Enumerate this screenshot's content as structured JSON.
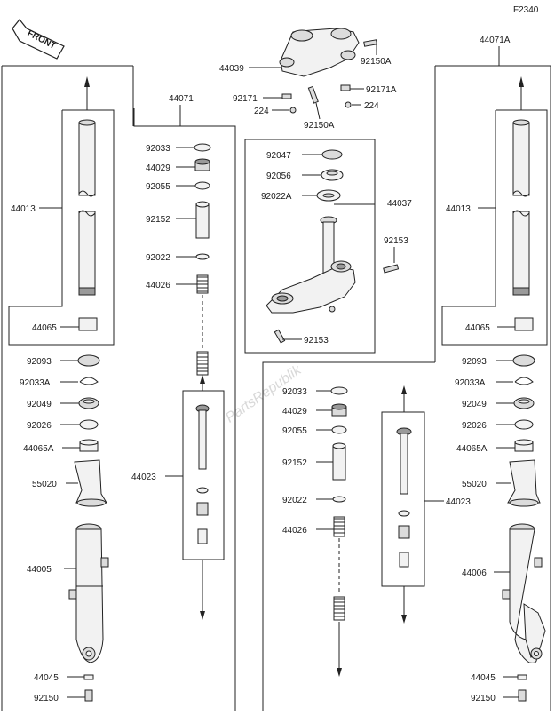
{
  "figure_code": "F2340",
  "front_label": "FRONT",
  "watermark": "PartsRepublik",
  "labels": {
    "l44071A": "44071A",
    "l44039": "44039",
    "l92150A_top": "92150A",
    "l92171": "92171",
    "l92171A": "92171A",
    "l224_left": "224",
    "l224_right": "224",
    "l92150A_mid": "92150A",
    "l44071": "44071",
    "l44013_left": "44013",
    "l44065_left": "44065",
    "l92093_left": "92093",
    "l92033A_left": "92033A",
    "l92049_left": "92049",
    "l92026_left": "92026",
    "l44065A_left": "44065A",
    "l55020_left": "55020",
    "l44005": "44005",
    "l44045_left": "44045",
    "l92150_left": "92150",
    "c92033": "92033",
    "c44029": "44029",
    "c92055": "92055",
    "c92152": "92152",
    "c92022": "92022",
    "c44026": "44026",
    "c44023": "44023",
    "s92047": "92047",
    "s92056": "92056",
    "s92022A": "92022A",
    "s44037": "44037",
    "s92153_a": "92153",
    "s92153_b": "92153",
    "r92033": "92033",
    "r44029": "44029",
    "r92055": "92055",
    "r92152": "92152",
    "r92022": "92022",
    "r44026": "44026",
    "r44023": "44023",
    "l44013_right": "44013",
    "l44065_right": "44065",
    "l92093_right": "92093",
    "l92033A_right": "92033A",
    "l92049_right": "92049",
    "l92026_right": "92026",
    "l44065A_right": "44065A",
    "l55020_right": "55020",
    "l44006": "44006",
    "l44045_right": "44045",
    "l92150_right": "92150"
  }
}
